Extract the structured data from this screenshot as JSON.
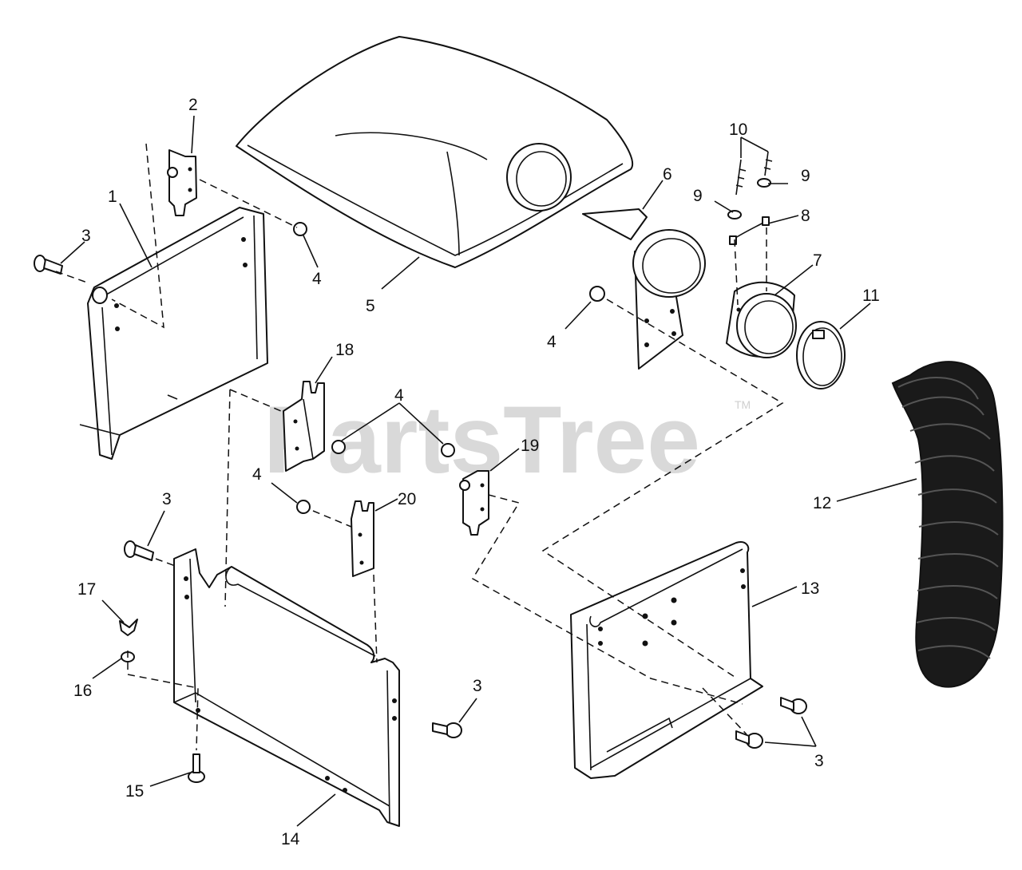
{
  "watermark": {
    "text": "PartsTree",
    "trademark": "TM"
  },
  "callouts": {
    "c1": "1",
    "c2": "2",
    "c3a": "3",
    "c4a": "4",
    "c5": "5",
    "c6": "6",
    "c7": "7",
    "c8": "8",
    "c9a": "9",
    "c9b": "9",
    "c10": "10",
    "c11": "11",
    "c4b": "4",
    "c18": "18",
    "c4c": "4",
    "c19": "19",
    "c12": "12",
    "c4d": "4",
    "c20": "20",
    "c3b": "3",
    "c13": "13",
    "c17": "17",
    "c16": "16",
    "c3c": "3",
    "c15": "15",
    "c3d": "3",
    "c14": "14"
  }
}
